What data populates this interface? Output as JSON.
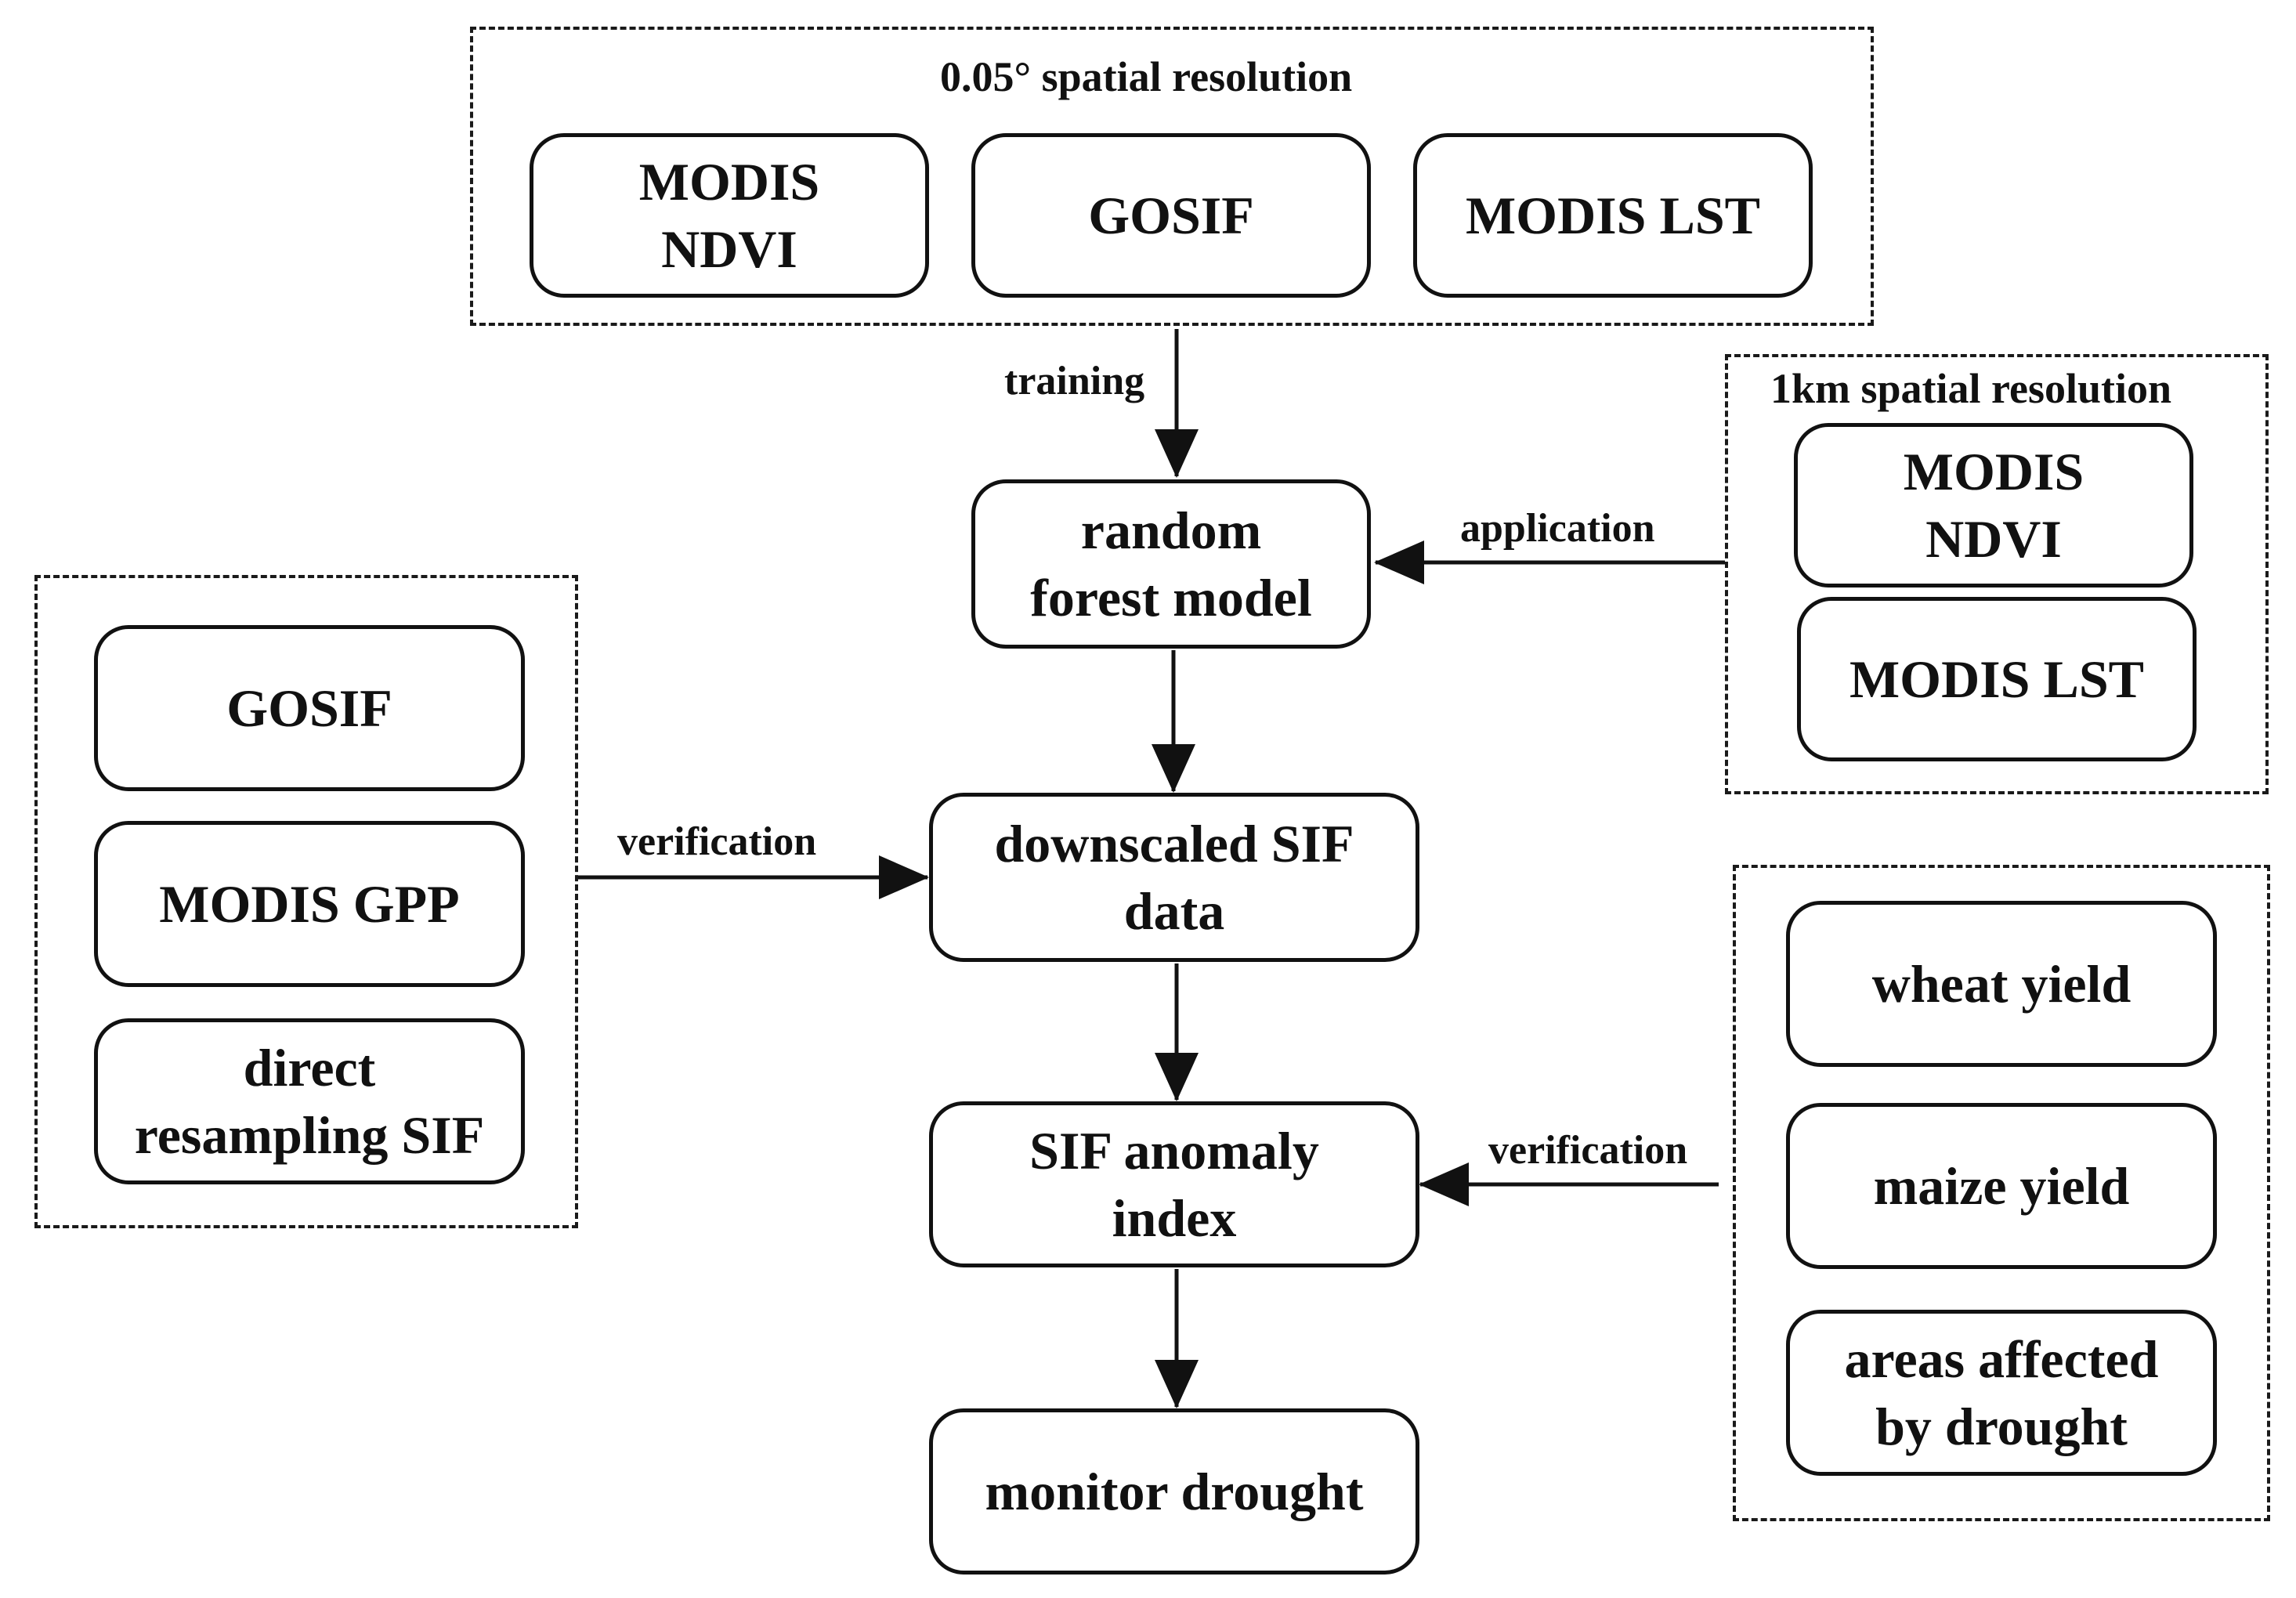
{
  "groups": {
    "top": {
      "label": "0.05° spatial resolution",
      "items": [
        "MODIS\nNDVI",
        "GOSIF",
        "MODIS LST"
      ]
    },
    "right_top": {
      "label": "1km spatial resolution",
      "items": [
        "MODIS\nNDVI",
        "MODIS LST"
      ]
    },
    "left": {
      "items": [
        "GOSIF",
        "MODIS GPP",
        "direct\nresampling SIF"
      ]
    },
    "right_bottom": {
      "items": [
        "wheat yield",
        "maize yield",
        "areas affected\nby drought"
      ]
    }
  },
  "flow": {
    "model": "random\nforest model",
    "downscaled": "downscaled SIF\ndata",
    "anomaly": "SIF anomaly\nindex",
    "monitor": "monitor drought"
  },
  "edges": {
    "training": "training",
    "application": "application",
    "verification_left": "verification",
    "verification_right": "verification"
  },
  "colors": {
    "line": "#111111",
    "background": "#ffffff"
  }
}
